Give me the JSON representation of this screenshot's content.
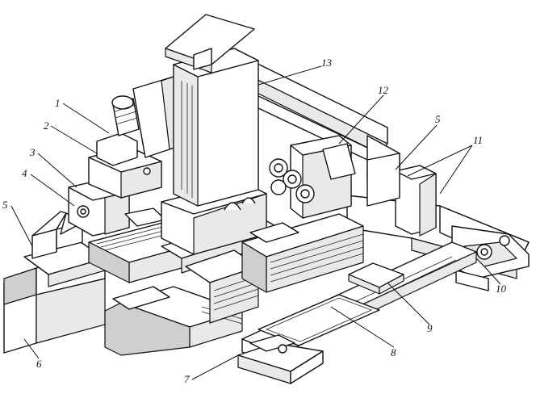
{
  "callouts": [
    {
      "id": "c1",
      "text": "1"
    },
    {
      "id": "c2",
      "text": "2"
    },
    {
      "id": "c3",
      "text": "3"
    },
    {
      "id": "c4",
      "text": "4"
    },
    {
      "id": "c5a",
      "text": "5"
    },
    {
      "id": "c5b",
      "text": "5"
    },
    {
      "id": "c6",
      "text": "6"
    },
    {
      "id": "c7",
      "text": "7"
    },
    {
      "id": "c8",
      "text": "8"
    },
    {
      "id": "c9",
      "text": "9"
    },
    {
      "id": "c10",
      "text": "10"
    },
    {
      "id": "c11",
      "text": "11"
    },
    {
      "id": "c12",
      "text": "12"
    },
    {
      "id": "c13",
      "text": "13"
    }
  ]
}
